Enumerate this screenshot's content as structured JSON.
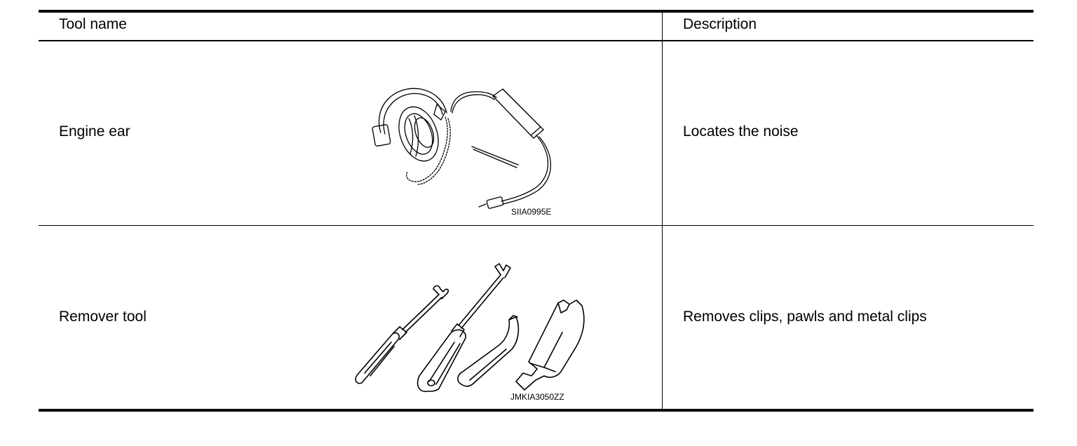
{
  "table": {
    "headers": {
      "tool_name": "Tool name",
      "description": "Description"
    },
    "rows": [
      {
        "tool_name": "Engine ear",
        "illustration_icon": "engine-ear-headset-illustration",
        "figure_code": "SIIA0995E",
        "description": "Locates the noise"
      },
      {
        "tool_name": "Remover tool",
        "illustration_icon": "remover-tool-set-illustration",
        "figure_code": "JMKIA3050ZZ",
        "description": "Removes clips, pawls and metal clips"
      }
    ]
  }
}
